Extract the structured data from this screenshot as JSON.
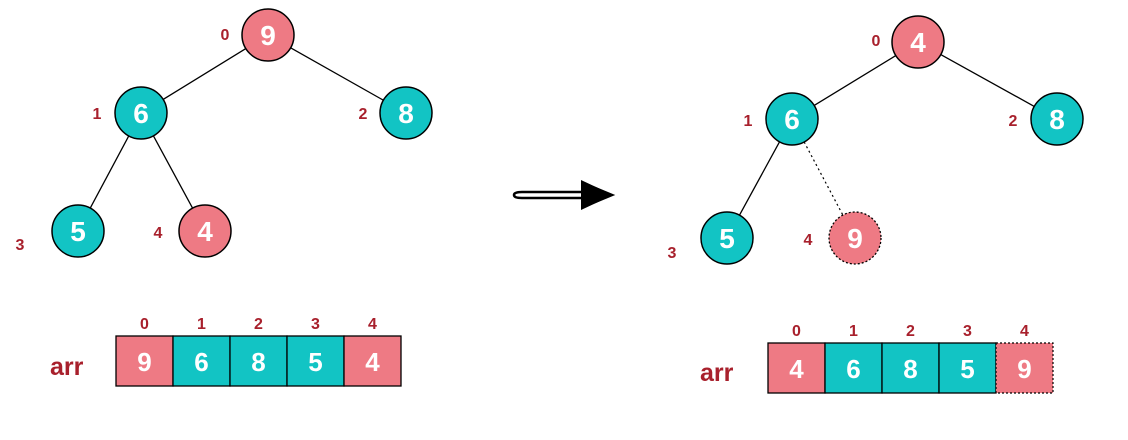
{
  "colors": {
    "teal": "#12c4c4",
    "pink": "#ee7a84",
    "label_red": "#a8202c",
    "edge": "#000000",
    "arrow": "#000000"
  },
  "panels": [
    {
      "id": "before",
      "nodes": [
        {
          "index": "0",
          "value": "9",
          "color": "pink",
          "dashed": false
        },
        {
          "index": "1",
          "value": "6",
          "color": "teal",
          "dashed": false
        },
        {
          "index": "2",
          "value": "8",
          "color": "teal",
          "dashed": false
        },
        {
          "index": "3",
          "value": "5",
          "color": "teal",
          "dashed": false
        },
        {
          "index": "4",
          "value": "4",
          "color": "pink",
          "dashed": false
        }
      ],
      "edges": [
        {
          "from": "0",
          "to": "1",
          "dashed": false
        },
        {
          "from": "0",
          "to": "2",
          "dashed": false
        },
        {
          "from": "1",
          "to": "3",
          "dashed": false
        },
        {
          "from": "1",
          "to": "4",
          "dashed": false
        }
      ],
      "array": {
        "label": "arr",
        "cells": [
          {
            "index": "0",
            "value": "9",
            "color": "pink",
            "dashed": false
          },
          {
            "index": "1",
            "value": "6",
            "color": "teal",
            "dashed": false
          },
          {
            "index": "2",
            "value": "8",
            "color": "teal",
            "dashed": false
          },
          {
            "index": "3",
            "value": "5",
            "color": "teal",
            "dashed": false
          },
          {
            "index": "4",
            "value": "4",
            "color": "pink",
            "dashed": false
          }
        ]
      }
    },
    {
      "id": "after",
      "nodes": [
        {
          "index": "0",
          "value": "4",
          "color": "pink",
          "dashed": false
        },
        {
          "index": "1",
          "value": "6",
          "color": "teal",
          "dashed": false
        },
        {
          "index": "2",
          "value": "8",
          "color": "teal",
          "dashed": false
        },
        {
          "index": "3",
          "value": "5",
          "color": "teal",
          "dashed": false
        },
        {
          "index": "4",
          "value": "9",
          "color": "pink",
          "dashed": true
        }
      ],
      "edges": [
        {
          "from": "0",
          "to": "1",
          "dashed": false
        },
        {
          "from": "0",
          "to": "2",
          "dashed": false
        },
        {
          "from": "1",
          "to": "3",
          "dashed": false
        },
        {
          "from": "1",
          "to": "4",
          "dashed": true
        }
      ],
      "array": {
        "label": "arr",
        "cells": [
          {
            "index": "0",
            "value": "4",
            "color": "pink",
            "dashed": false
          },
          {
            "index": "1",
            "value": "6",
            "color": "teal",
            "dashed": false
          },
          {
            "index": "2",
            "value": "8",
            "color": "teal",
            "dashed": false
          },
          {
            "index": "3",
            "value": "5",
            "color": "teal",
            "dashed": false
          },
          {
            "index": "4",
            "value": "9",
            "color": "pink",
            "dashed": true
          }
        ]
      }
    }
  ],
  "transition_icon": "right-arrow-icon"
}
